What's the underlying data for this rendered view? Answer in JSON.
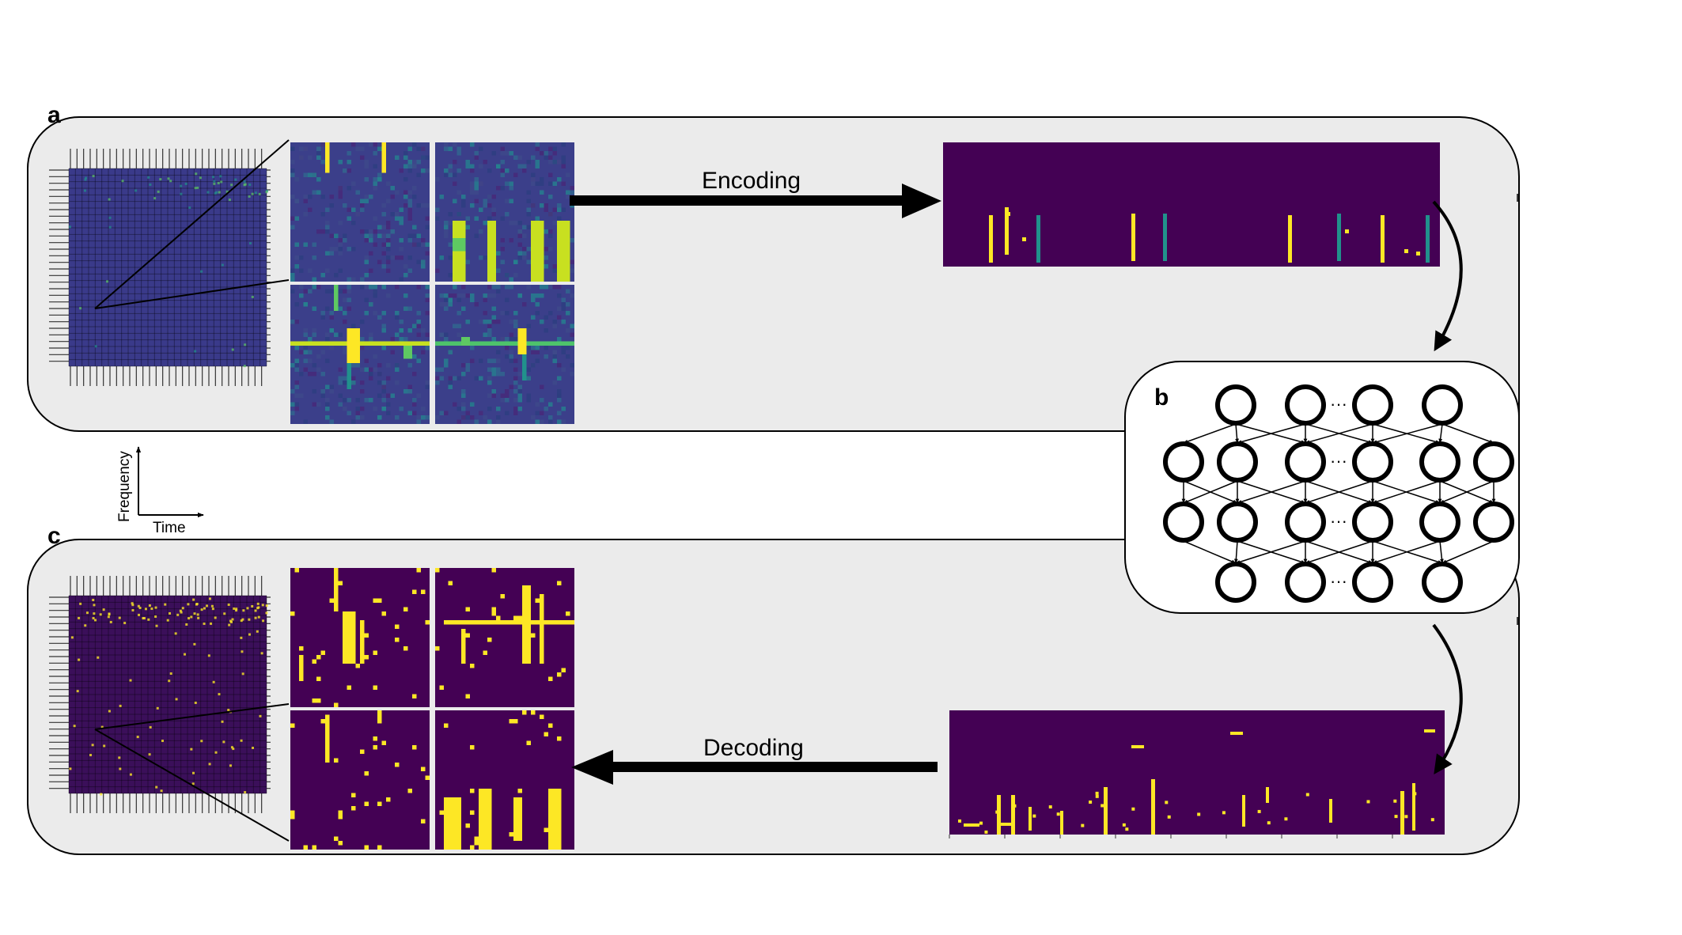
{
  "panels": {
    "a": "a",
    "b": "b",
    "c": "c"
  },
  "steps": {
    "encoding": "Encoding",
    "decoding": "Decoding"
  },
  "axes": {
    "x": "Time",
    "y": "Frequency"
  },
  "network": {
    "layers": [
      4,
      6,
      6,
      4
    ],
    "ellipsis": "···"
  },
  "colors": {
    "viridis_dark": "#440154",
    "viridis_blue": "#3b528b",
    "viridis_teal": "#21918c",
    "viridis_green": "#5ec962",
    "viridis_yellow": "#fde725",
    "panel_fill": "#ebebeb"
  }
}
